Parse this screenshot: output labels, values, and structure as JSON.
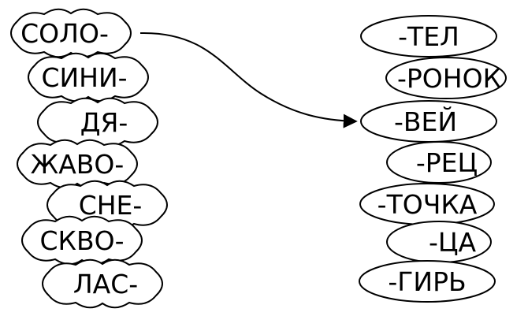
{
  "left_parts": [
    "СОЛО-",
    "СИНИ-",
    "ДЯ-",
    "ЖАВО-",
    "СНЕ-",
    "СКВО-",
    "ЛАС-"
  ],
  "right_parts": [
    "-ТЕЛ",
    "-РОНОК",
    "-ВЕЙ",
    "-РЕЦ",
    "-ТОЧКА",
    "-ЦА",
    "-ГИРЬ"
  ],
  "example_link": {
    "from": 0,
    "to": 2
  },
  "colors": {
    "stroke": "#000000",
    "fill": "#ffffff",
    "text": "#000000"
  }
}
